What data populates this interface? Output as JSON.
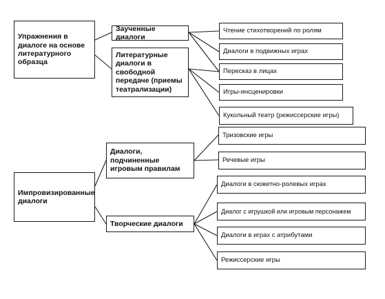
{
  "upper": {
    "root": "Упражнения в диалоге на основе литературного образца",
    "memorized": "Заученные диалоги",
    "literary_free": "Литературные диалоги в свободной передаче (приемы театрализации)",
    "leaves": [
      "Чтение стихотворений по ролям",
      "Диалоги в подвижных играх",
      "Пересказ в лицах",
      "Игры-инсценировки",
      "Кукольный театр (режиссерские игры)"
    ]
  },
  "lower": {
    "root": "Импровизированные диалоги",
    "rules": "Диалоги, подчиненные игровым правилам",
    "creative": "Творческие диалоги",
    "rules_leaves": [
      "Тризовские игры",
      "Речевые игры"
    ],
    "creative_leaves": [
      "Диалоги в сюжетно-ролевых играх",
      "Диалог с игрушкой или игровым персонажем",
      "Диалоги в играх с атрибутами",
      "Режиссерские игры"
    ]
  }
}
